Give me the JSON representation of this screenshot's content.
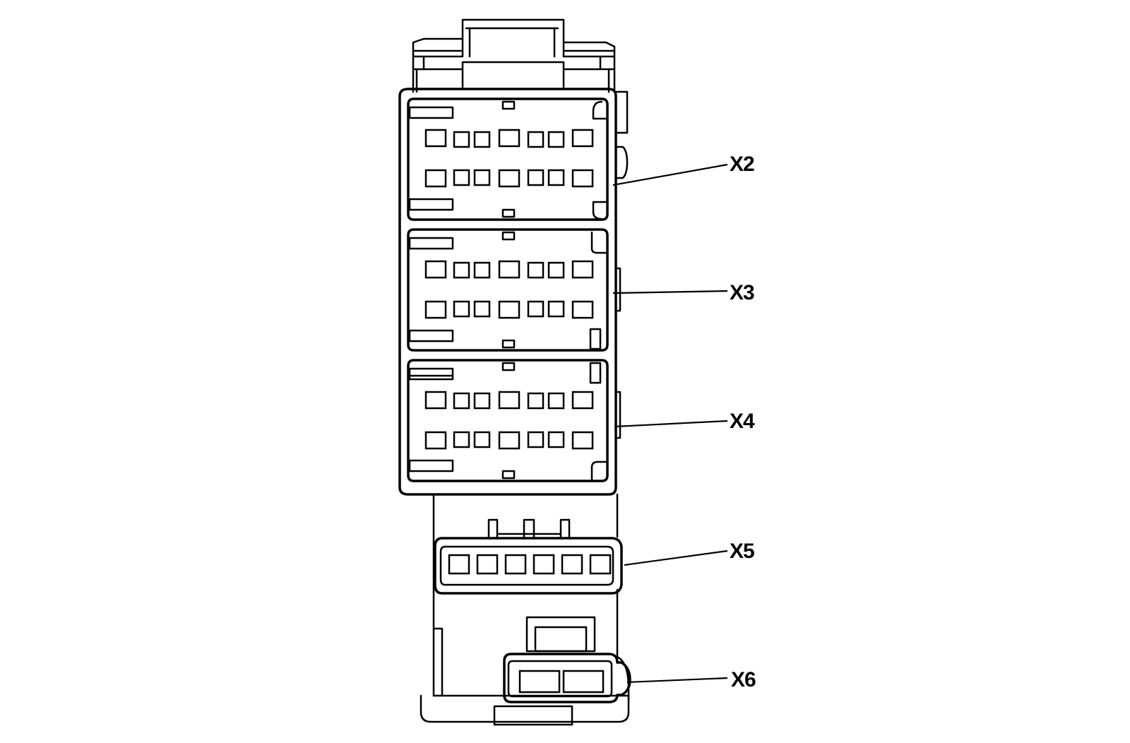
{
  "diagram": {
    "connectors": [
      {
        "id": "x2",
        "label": "X2",
        "type": "12-cavity"
      },
      {
        "id": "x3",
        "label": "X3",
        "type": "12-cavity"
      },
      {
        "id": "x4",
        "label": "X4",
        "type": "12-cavity"
      },
      {
        "id": "x5",
        "label": "X5",
        "type": "6-cavity"
      },
      {
        "id": "x6",
        "label": "X6",
        "type": "2-cavity"
      }
    ]
  }
}
